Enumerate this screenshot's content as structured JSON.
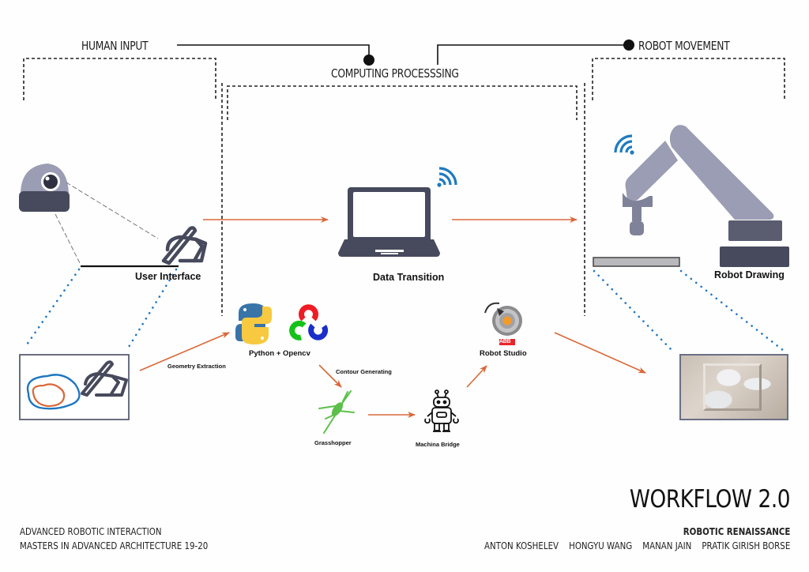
{
  "sections": {
    "human_input": "HUMAN INPUT",
    "computing": "COMPUTING PROCESSSING",
    "robot_movement": "ROBOT MOVEMENT"
  },
  "nodes": {
    "user_interface": "User Interface",
    "data_transition": "Data Transition",
    "robot_drawing": "Robot Drawing",
    "python_opencv": "Python + Opencv",
    "robot_studio": "Robot Studio",
    "grasshopper": "Grasshopper",
    "machina_bridge": "Machina Bridge",
    "abb_logo": "ABB"
  },
  "edges": {
    "geometry_extraction": "Geometry Extraction",
    "contour_generating": "Contour Generating"
  },
  "title": "WORKFLOW 2.0",
  "footer": {
    "course": "ADVANCED ROBOTIC INTERACTION",
    "program": "MASTERS IN ADVANCED ARCHITECTURE 19-20",
    "project": "ROBOTIC RENAISSANCE",
    "authors": [
      "ANTON KOSHELEV",
      "HONGYU WANG",
      "MANAN JAIN",
      "PRATIK GIRISH BORSE"
    ]
  },
  "colors": {
    "arrow": "#d9683a",
    "icon_dark": "#474a5c",
    "icon_light": "#9a9db3",
    "wifi": "#1f7bbf",
    "dotted_blue": "#2277c0"
  }
}
